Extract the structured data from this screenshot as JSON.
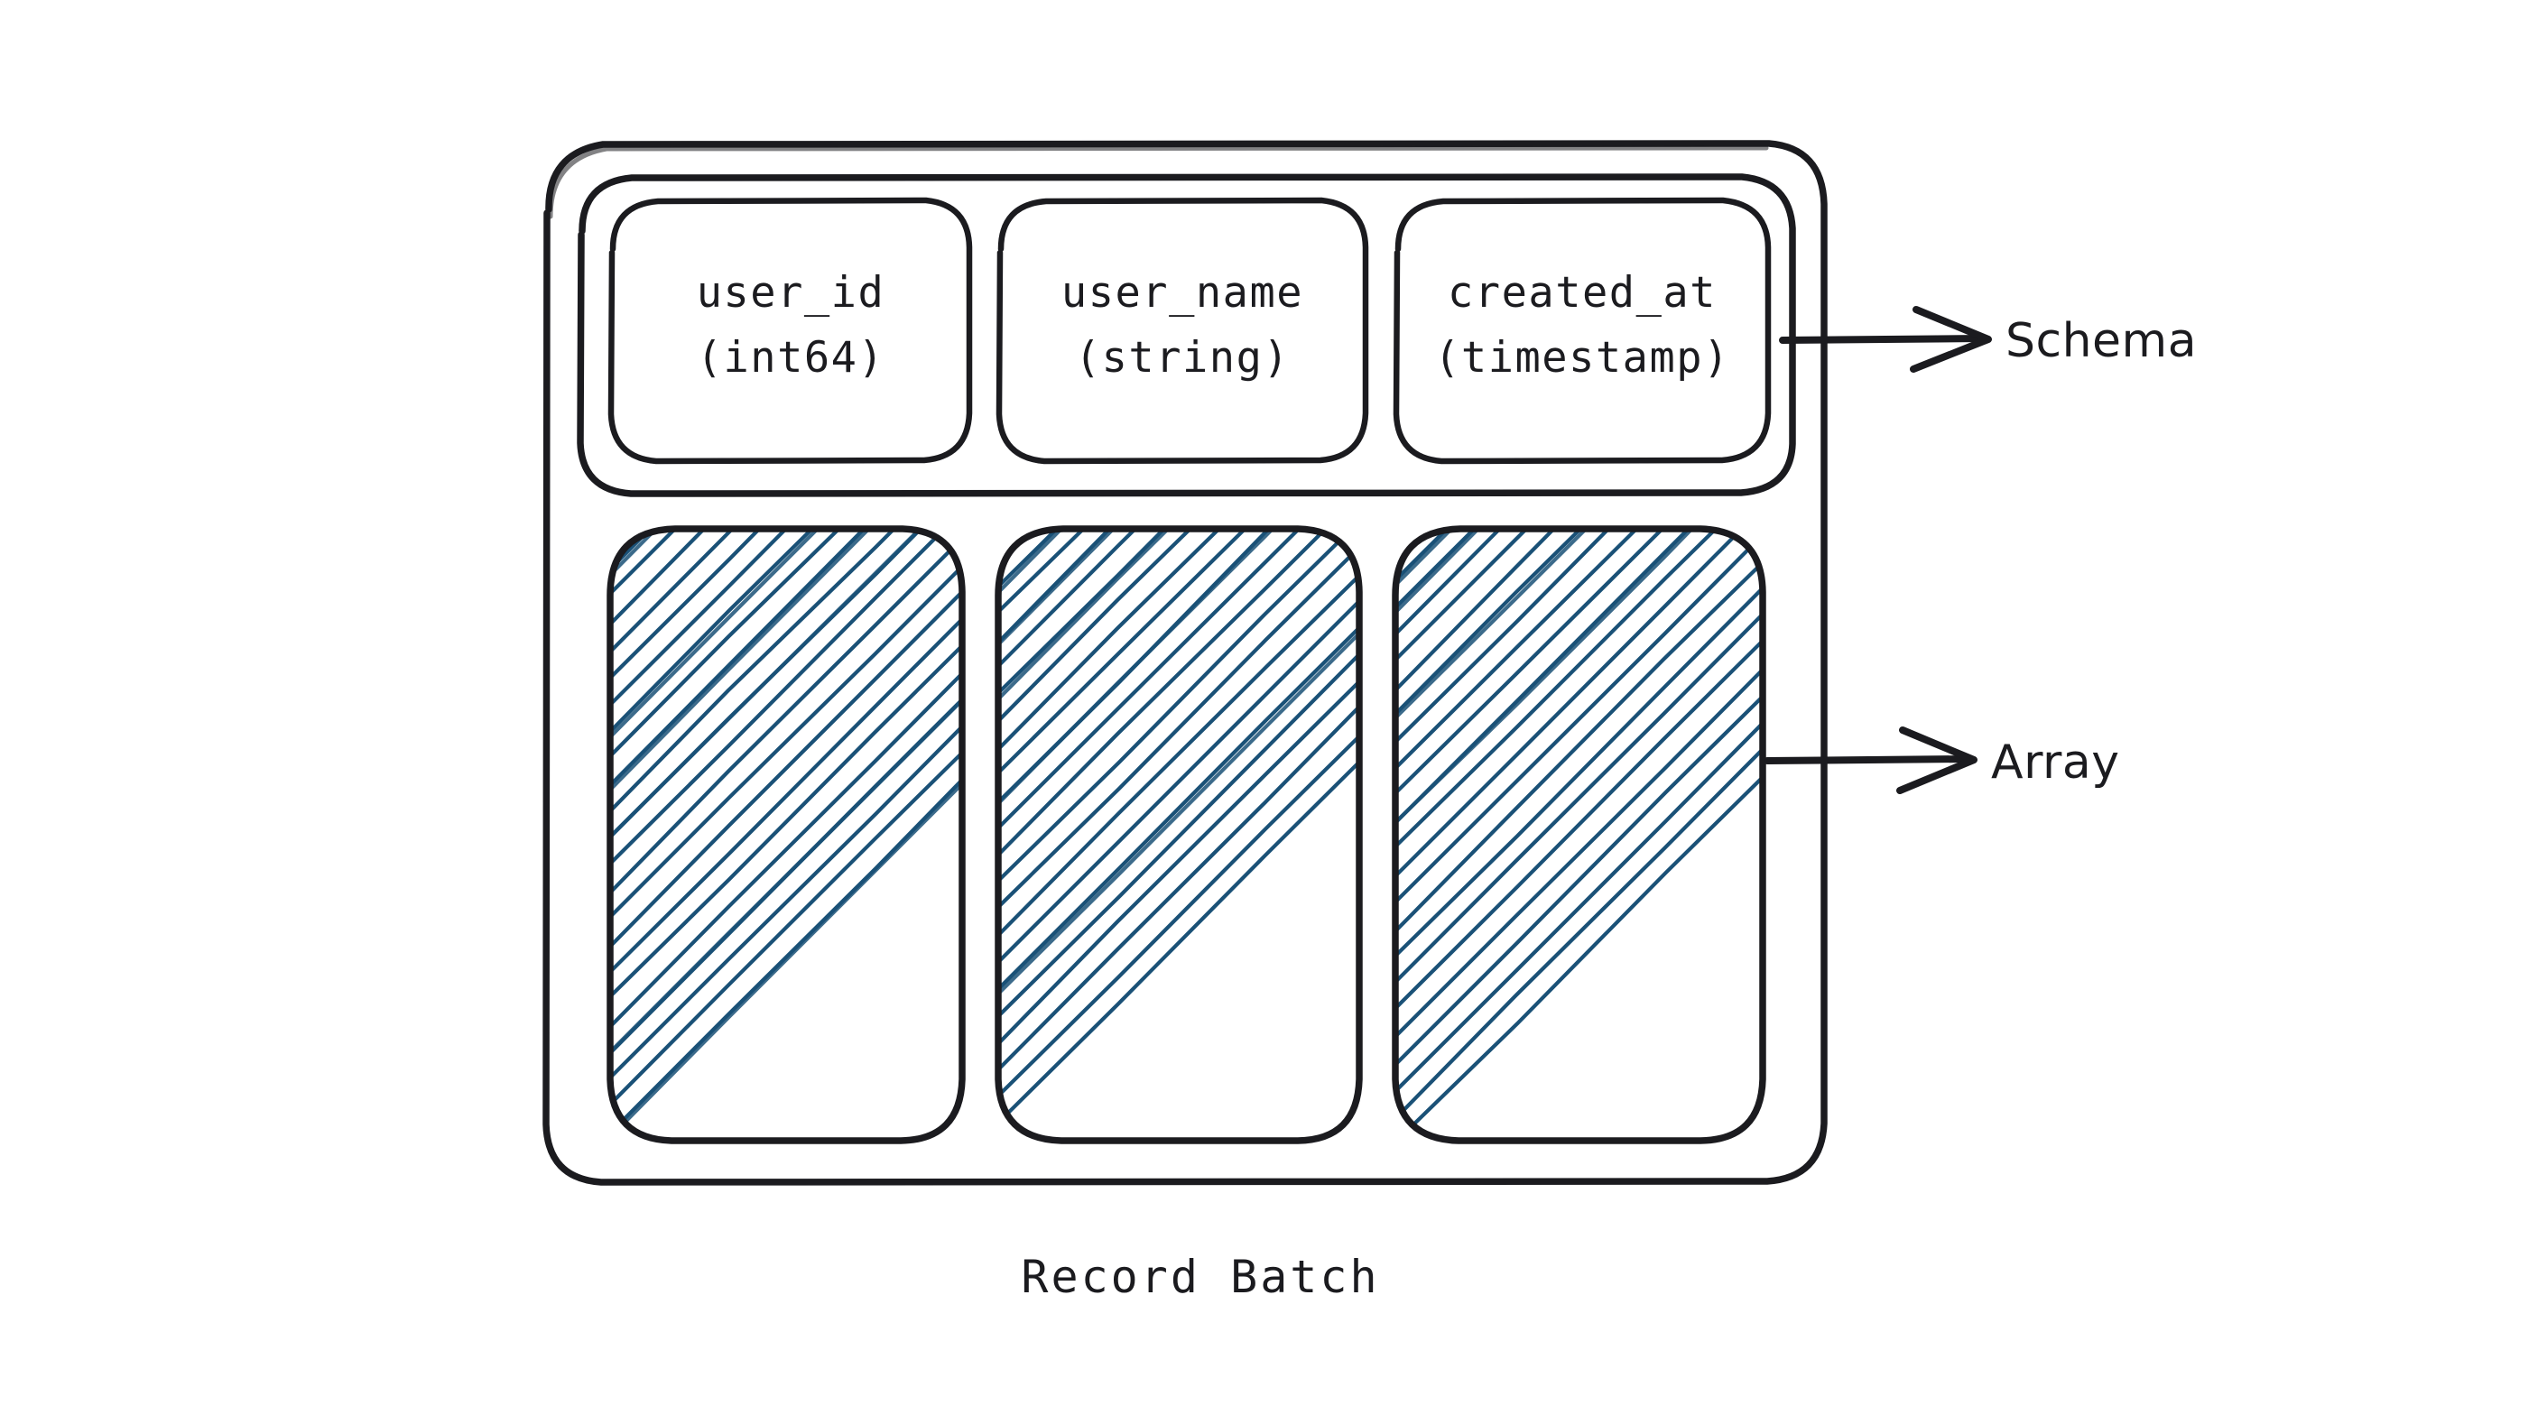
{
  "diagram": {
    "title": "Record Batch",
    "caption": "Record Batch",
    "background_color": "#ffffff",
    "stroke_color": "#1b1b1f",
    "hatch_color": "#1a5177",
    "schema": {
      "group_name": "schema-group",
      "fields": [
        {
          "name": "user_id",
          "type": "(int64)"
        },
        {
          "name": "user_name",
          "type": "(string)"
        },
        {
          "name": "created_at",
          "type": "(timestamp)"
        }
      ]
    },
    "arrays": {
      "group_name": "array-row",
      "count": 3,
      "fill_style": "diagonal-hatch"
    },
    "callouts": [
      {
        "label": "Schema",
        "target": "schema-group"
      },
      {
        "label": "Array",
        "target": "array-row"
      }
    ]
  }
}
